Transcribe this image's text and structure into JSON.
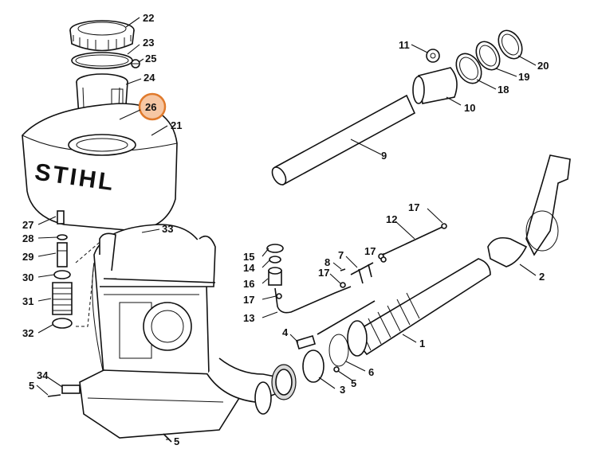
{
  "diagram": {
    "brand_logo": "STIHL",
    "highlighted_part": "26",
    "callouts": [
      {
        "id": "c22",
        "label": "22"
      },
      {
        "id": "c23",
        "label": "23"
      },
      {
        "id": "c25",
        "label": "25"
      },
      {
        "id": "c24",
        "label": "24"
      },
      {
        "id": "c26",
        "label": "26"
      },
      {
        "id": "c21",
        "label": "21"
      },
      {
        "id": "c27",
        "label": "27"
      },
      {
        "id": "c28",
        "label": "28"
      },
      {
        "id": "c29",
        "label": "29"
      },
      {
        "id": "c30",
        "label": "30"
      },
      {
        "id": "c31",
        "label": "31"
      },
      {
        "id": "c32",
        "label": "32"
      },
      {
        "id": "c33",
        "label": "33"
      },
      {
        "id": "c34",
        "label": "34"
      },
      {
        "id": "c5a",
        "label": "5"
      },
      {
        "id": "c5b",
        "label": "5"
      },
      {
        "id": "c5c",
        "label": "5"
      },
      {
        "id": "c11",
        "label": "11"
      },
      {
        "id": "c10",
        "label": "10"
      },
      {
        "id": "c9",
        "label": "9"
      },
      {
        "id": "c18",
        "label": "18"
      },
      {
        "id": "c19",
        "label": "19"
      },
      {
        "id": "c20",
        "label": "20"
      },
      {
        "id": "c12",
        "label": "12"
      },
      {
        "id": "c17a",
        "label": "17"
      },
      {
        "id": "c17b",
        "label": "17"
      },
      {
        "id": "c17c",
        "label": "17"
      },
      {
        "id": "c17d",
        "label": "17"
      },
      {
        "id": "c15",
        "label": "15"
      },
      {
        "id": "c14",
        "label": "14"
      },
      {
        "id": "c16",
        "label": "16"
      },
      {
        "id": "c13",
        "label": "13"
      },
      {
        "id": "c7",
        "label": "7"
      },
      {
        "id": "c8",
        "label": "8"
      },
      {
        "id": "c4",
        "label": "4"
      },
      {
        "id": "c6",
        "label": "6"
      },
      {
        "id": "c3",
        "label": "3"
      },
      {
        "id": "c1",
        "label": "1"
      },
      {
        "id": "c2",
        "label": "2"
      }
    ]
  }
}
